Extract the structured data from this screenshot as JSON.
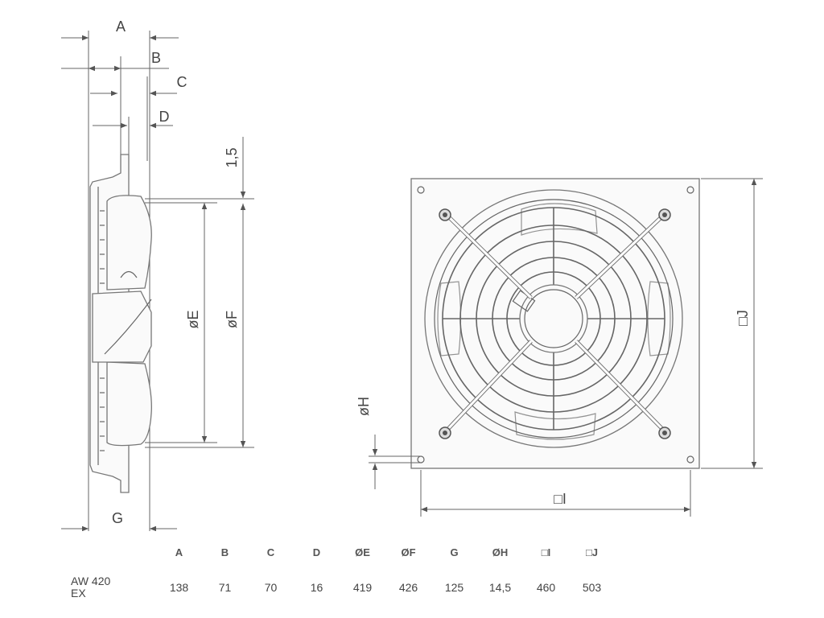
{
  "side_view": {
    "labels": {
      "A": "A",
      "B": "B",
      "C": "C",
      "D": "D",
      "G": "G",
      "thickness": "1,5",
      "E": "øE",
      "F": "øF"
    }
  },
  "front_view": {
    "labels": {
      "H": "øH",
      "I": "□I",
      "J": "□J"
    }
  },
  "table": {
    "headers": [
      "A",
      "B",
      "C",
      "D",
      "ØE",
      "ØF",
      "G",
      "ØH",
      "□I",
      "□J"
    ],
    "rows": [
      {
        "model_line1": "AW 420",
        "model_line2": "EX",
        "values": [
          "138",
          "71",
          "70",
          "16",
          "419",
          "426",
          "125",
          "14,5",
          "460",
          "503"
        ]
      }
    ]
  },
  "colors": {
    "line": "#666666",
    "text": "#444444"
  }
}
